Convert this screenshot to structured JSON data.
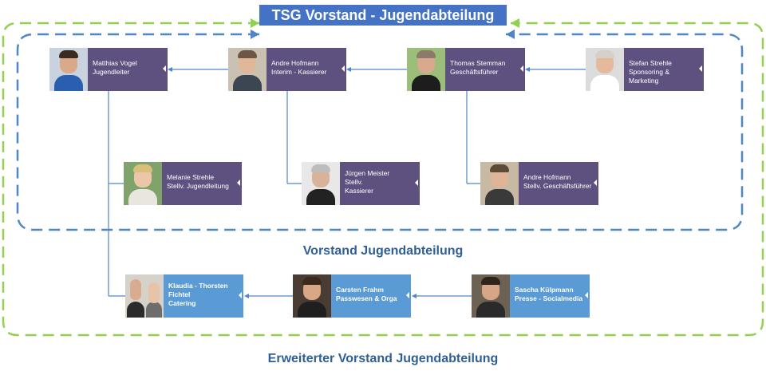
{
  "title": "TSG Vorstand - Jugendabteilung",
  "inner_label": "Vorstand Jugendabteilung",
  "outer_label": "Erweiterter Vorstand Jugendabteilung",
  "colors": {
    "title_bg": "#4472c4",
    "purple_box": "#5e517f",
    "blue_box": "#5b9bd5",
    "inner_border": "#4f86c6",
    "outer_border": "#92d050",
    "connector": "#4f86c6"
  },
  "cards": {
    "vogel": {
      "name": "Matthias Vogel",
      "role": "Jugendleiter"
    },
    "hofmann_kasse": {
      "name": "Andre Hofmann",
      "role": "Interim - Kassierer"
    },
    "stemman": {
      "name": "Thomas Stemman",
      "role": "Geschäftsführer"
    },
    "strehle_stefan": {
      "name": "Stefan Strehle",
      "role": "Sponsoring & Marketing"
    },
    "strehle_melanie": {
      "name": "Melanie Strehle",
      "role": "Stellv. Jugendleitung"
    },
    "meister": {
      "name": "Jürgen Meister",
      "role": "Stellv.",
      "role2": "Kassierer"
    },
    "hofmann_gf": {
      "name": "Andre Hofmann",
      "role": "Stellv. Geschäftsführer"
    },
    "fichtel": {
      "name": "Klaudia - Thorsten",
      "role": "Fichtel",
      "role2": "Catering"
    },
    "frahm": {
      "name": "Carsten Frahm",
      "role": "Passwesen & Orga"
    },
    "kuelpmann": {
      "name": "Sascha Külpmann",
      "role": "Presse - Socialmedia"
    }
  }
}
